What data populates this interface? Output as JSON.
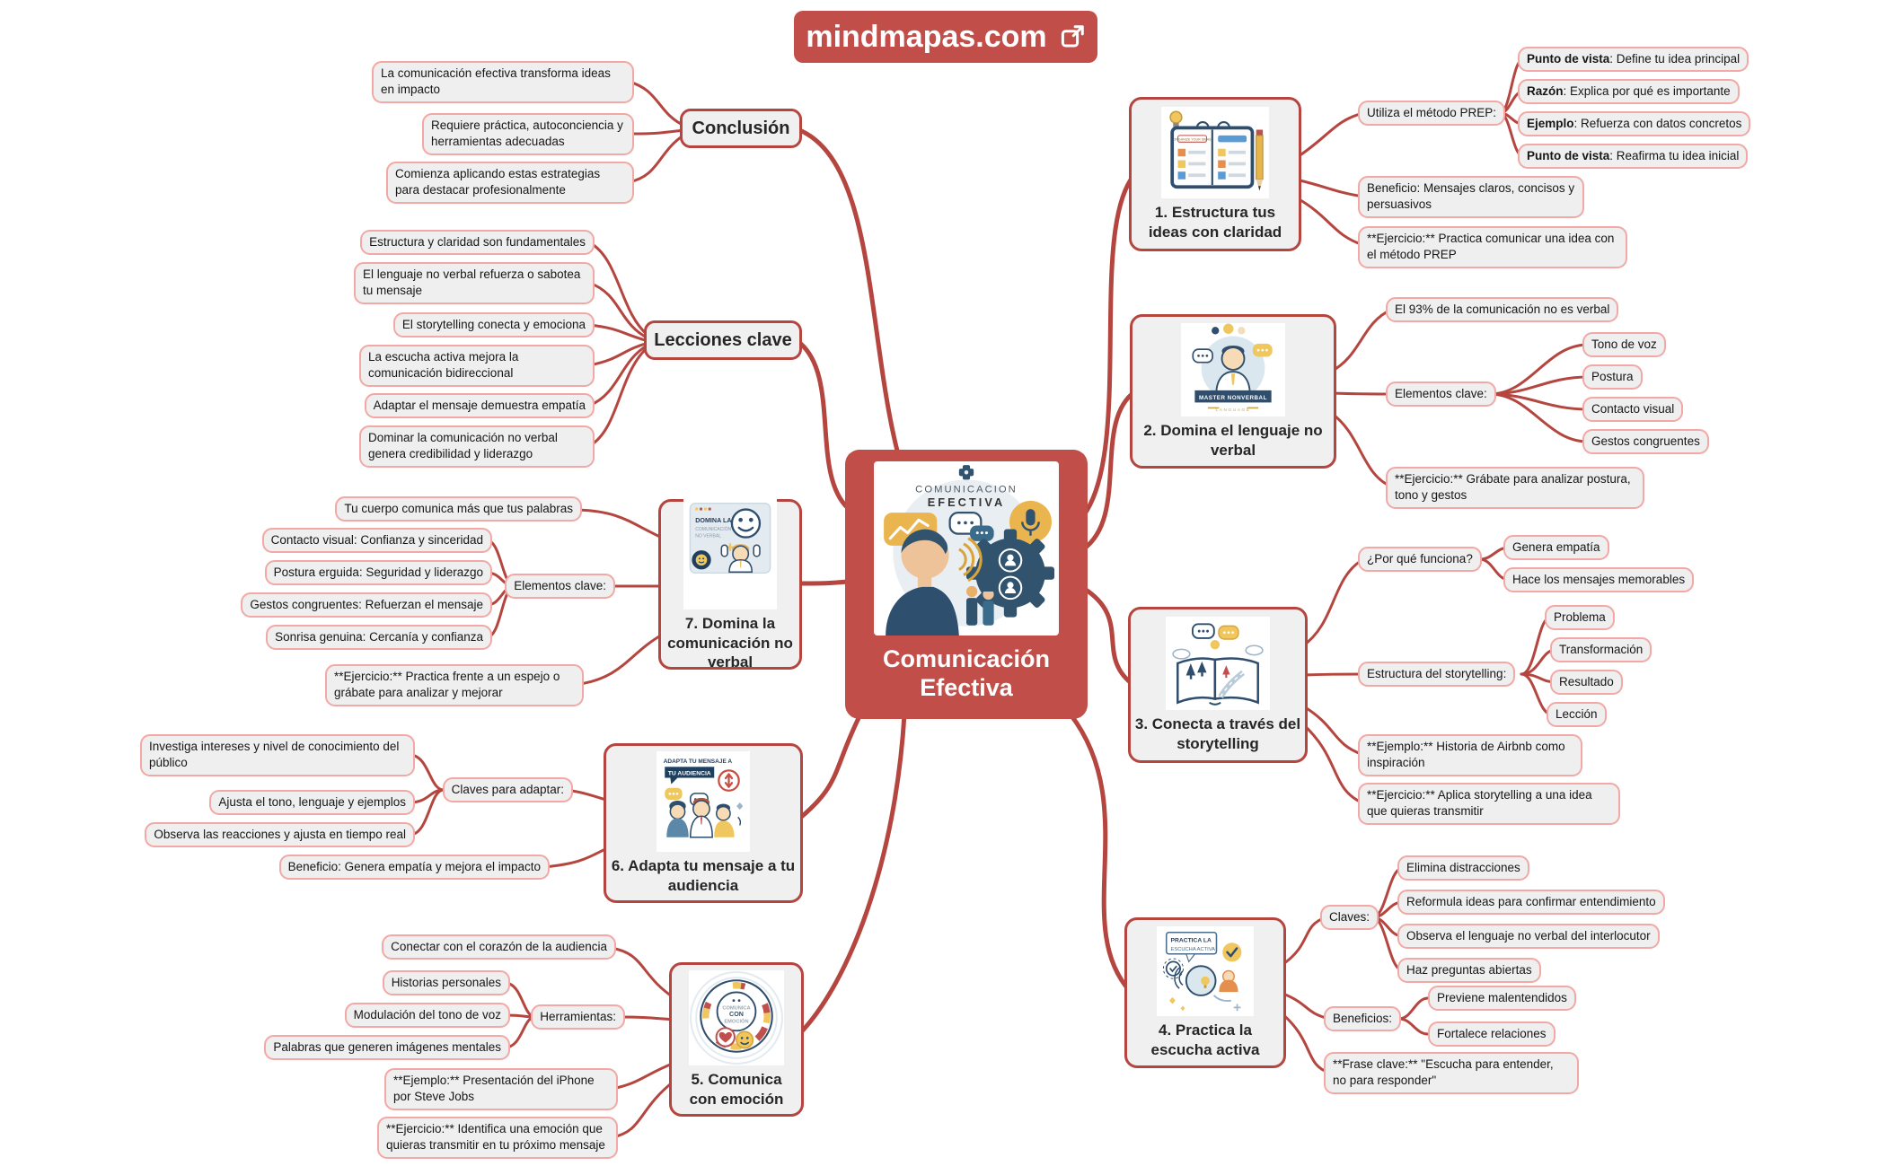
{
  "header": {
    "brand": "mindmapas.com"
  },
  "center": {
    "title": "Comunicación Efectiva",
    "caption_line1": "COMUNICACION",
    "caption_line2": "EFECTIVA"
  },
  "conclusion": {
    "title": "Conclusión",
    "items": [
      "La comunicación efectiva transforma ideas en impacto",
      "Requiere práctica, autoconciencia y herramientas adecuadas",
      "Comienza aplicando estas estrategias para destacar profesionalmente"
    ]
  },
  "lecciones": {
    "title": "Lecciones clave",
    "items": [
      "Estructura y claridad son fundamentales",
      "El lenguaje no verbal refuerza o sabotea tu mensaje",
      "El storytelling conecta y emociona",
      "La escucha activa mejora la comunicación bidireccional",
      "Adaptar el mensaje demuestra empatía",
      "Dominar la comunicación no verbal genera credibilidad y liderazgo"
    ]
  },
  "b1": {
    "title": "1. Estructura tus ideas con claridad",
    "icon_caption": "ORGANIZE YOUR IDEAS",
    "prep_label": "Utiliza el método PREP:",
    "prep_items": [
      {
        "b": "Punto de vista",
        "t": ": Define tu idea principal"
      },
      {
        "b": "Razón",
        "t": ": Explica por qué es importante"
      },
      {
        "b": "Ejemplo",
        "t": ": Refuerza con datos concretos"
      },
      {
        "b": "Punto de vista",
        "t": ": Reafirma tu idea inicial"
      }
    ],
    "beneficio": "Beneficio: Mensajes claros, concisos y persuasivos",
    "ejercicio": "**Ejercicio:** Practica comunicar una idea con el método PREP"
  },
  "b2": {
    "title": "2. Domina el lenguaje no verbal",
    "icon_line1": "MASTER NONVERBAL",
    "icon_line2": "LANGUAGE",
    "stat": "El 93% de la comunicación no es verbal",
    "elementos_label": "Elementos clave:",
    "elementos": [
      "Tono de voz",
      "Postura",
      "Contacto visual",
      "Gestos congruentes"
    ],
    "ejercicio": "**Ejercicio:** Grábate para analizar postura, tono y gestos"
  },
  "b3": {
    "title": "3. Conecta a través del storytelling",
    "porque_label": "¿Por qué funciona?",
    "porque": [
      "Genera empatía",
      "Hace los mensajes memorables"
    ],
    "estructura_label": "Estructura del storytelling:",
    "estructura": [
      "Problema",
      "Transformación",
      "Resultado",
      "Lección"
    ],
    "ejemplo": "**Ejemplo:** Historia de Airbnb como inspiración",
    "ejercicio": "**Ejercicio:** Aplica storytelling a una idea que quieras transmitir"
  },
  "b4": {
    "title": "4. Practica la escucha activa",
    "icon_line1": "PRACTICA LA",
    "icon_line2": "ESCUCHA ACTIVA",
    "claves_label": "Claves:",
    "claves": [
      "Elimina distracciones",
      "Reformula ideas para confirmar entendimiento",
      "Observa el lenguaje no verbal del interlocutor",
      "Haz preguntas abiertas"
    ],
    "beneficios_label": "Beneficios:",
    "beneficios": [
      "Previene malentendidos",
      "Fortalece relaciones"
    ],
    "frase": "**Frase clave:** \"Escucha para entender, no para responder\""
  },
  "b5": {
    "title": "5. Comunica con emoción",
    "icon_line1": "COMUNICA",
    "icon_line2": "CON",
    "icon_line3": "EMOCIÓN",
    "conectar": "Conectar con el corazón de la audiencia",
    "herramientas_label": "Herramientas:",
    "herramientas": [
      "Historias personales",
      "Modulación del tono de voz",
      "Palabras que generen imágenes mentales"
    ],
    "ejemplo": "**Ejemplo:** Presentación del iPhone por Steve Jobs",
    "ejercicio": "**Ejercicio:** Identifica una emoción que quieras transmitir en tu próximo mensaje"
  },
  "b6": {
    "title": "6. Adapta tu mensaje a tu audiencia",
    "icon_line1": "ADAPTA TU MENSAJE A",
    "icon_line2": "TU AUDIENCIA",
    "claves_label": "Claves para adaptar:",
    "claves": [
      "Investiga intereses y nivel de conocimiento del público",
      "Ajusta el tono, lenguaje y ejemplos",
      "Observa las reacciones y ajusta en tiempo real"
    ],
    "beneficio": "Beneficio: Genera empatía y mejora el impacto"
  },
  "b7": {
    "title": "7. Domina la comunicación no verbal",
    "icon_line1": "DOMINA LA",
    "icon_line2": "COMUNICACIÓN",
    "icon_line3": "NO VERBAL",
    "cuerpo": "Tu cuerpo comunica más que tus palabras",
    "elementos_label": "Elementos clave:",
    "elementos": [
      "Contacto visual: Confianza y sinceridad",
      "Postura erguida: Seguridad y liderazgo",
      "Gestos congruentes: Refuerzan el mensaje",
      "Sonrisa genuina: Cercanía y confianza"
    ],
    "ejercicio": "**Ejercicio:** Practica frente a un espejo o grábate para analizar y mejorar"
  },
  "colors": {
    "accent_red": "#c24e49",
    "line_red": "#b5453f",
    "pill_border": "#f2a8a4",
    "node_bg": "#f0f0f0",
    "text": "#161616"
  }
}
